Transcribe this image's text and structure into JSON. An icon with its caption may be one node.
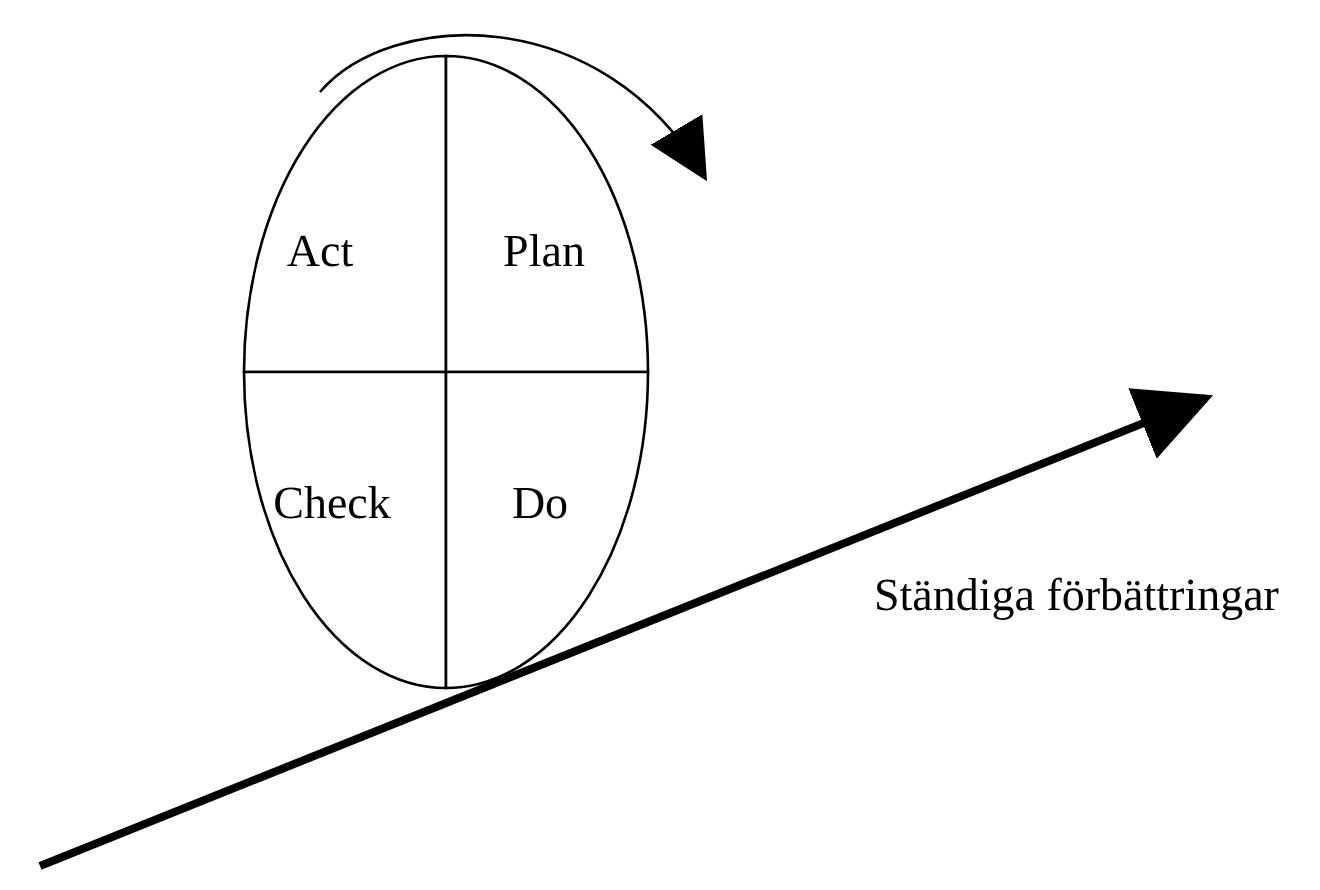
{
  "diagram": {
    "nodes": [
      {
        "text": [
          "Act"
        ]
      },
      {
        "text": [
          "Plan"
        ]
      },
      {
        "text": [
          "Check"
        ]
      },
      {
        "text": [
          "Do"
        ]
      }
    ],
    "labels": [
      "Ständiga förbättringar"
    ]
  }
}
